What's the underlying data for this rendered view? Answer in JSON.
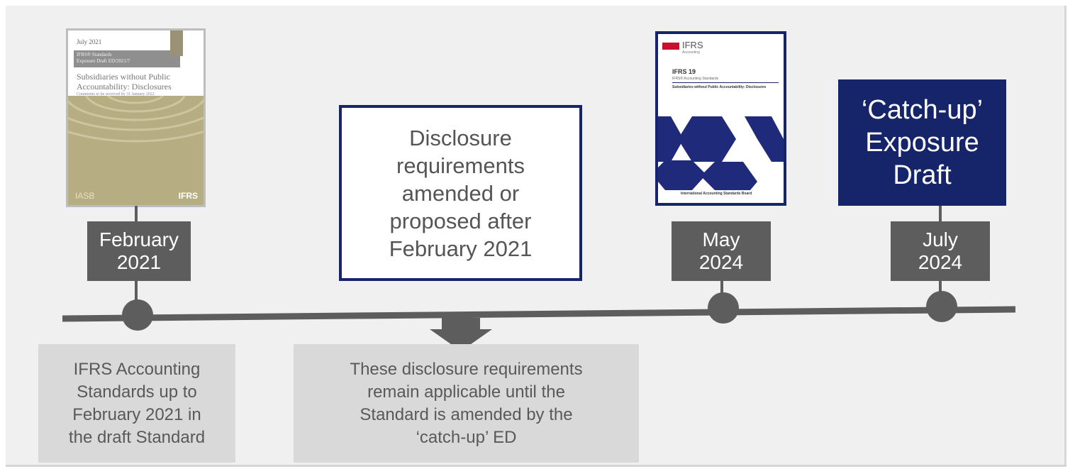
{
  "covers": {
    "feb2021": {
      "date_line": "July 2021",
      "standard_line": "IFRS® Standards\nExposure Draft  ED/2021/7",
      "title": "Subsidiaries without Public\nAccountability: Disclosures",
      "comments_line": "Comments to be received by 31 January 2022",
      "publisher": "IASB",
      "logo_text": "IFRS"
    },
    "may2024": {
      "logo_text": "IFRS",
      "logo_sub": "Accounting",
      "standard_number": "IFRS 19",
      "standard_series": "IFRS® Accounting Standards",
      "title": "Subsidiaries without Public Accountability: Disclosures",
      "footer": "International Accounting Standards Board"
    }
  },
  "milestones": [
    {
      "line1": "February",
      "line2": "2021"
    },
    {
      "line1": "May",
      "line2": "2024"
    },
    {
      "line1": "July",
      "line2": "2024"
    }
  ],
  "middle_box": {
    "text": "Disclosure\nrequirements\namended or\nproposed after\nFebruary 2021"
  },
  "exposure_draft_box": {
    "text": "‘Catch-up’\nExposure\nDraft"
  },
  "notes": {
    "left": "IFRS Accounting\nStandards up to\nFebruary 2021 in\nthe draft Standard",
    "middle": "These disclosure requirements\nremain applicable until the\nStandard is amended by the\n‘catch-up’ ED"
  },
  "colors": {
    "navy": "#16246a",
    "dark_grey": "#5d5d5d",
    "light_grey_box": "#d9d9d9",
    "background": "#f0f0f0"
  }
}
